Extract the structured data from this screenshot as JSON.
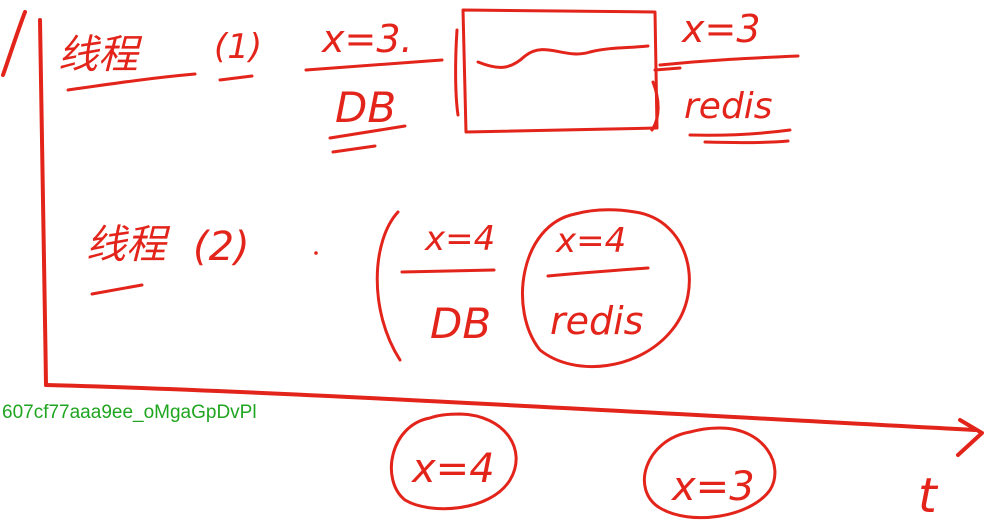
{
  "colors": {
    "ink": "#e3241b",
    "watermark": "#1fa51f",
    "background": "#ffffff"
  },
  "thread1": {
    "label": "线程",
    "number": "(1)",
    "db_value": "x=3.",
    "db_label": "DB",
    "redis_value": "x=3",
    "redis_label": "redis"
  },
  "thread2": {
    "label": "线程",
    "number": "(2)",
    "db_value": "x=4",
    "db_label": "DB",
    "redis_value": "x=4",
    "redis_label": "redis"
  },
  "timeline": {
    "left_value": "x=4",
    "right_value": "x=3",
    "axis_label": "t"
  },
  "watermark": "607cf77aaa9ee_oMgaGpDvPl"
}
